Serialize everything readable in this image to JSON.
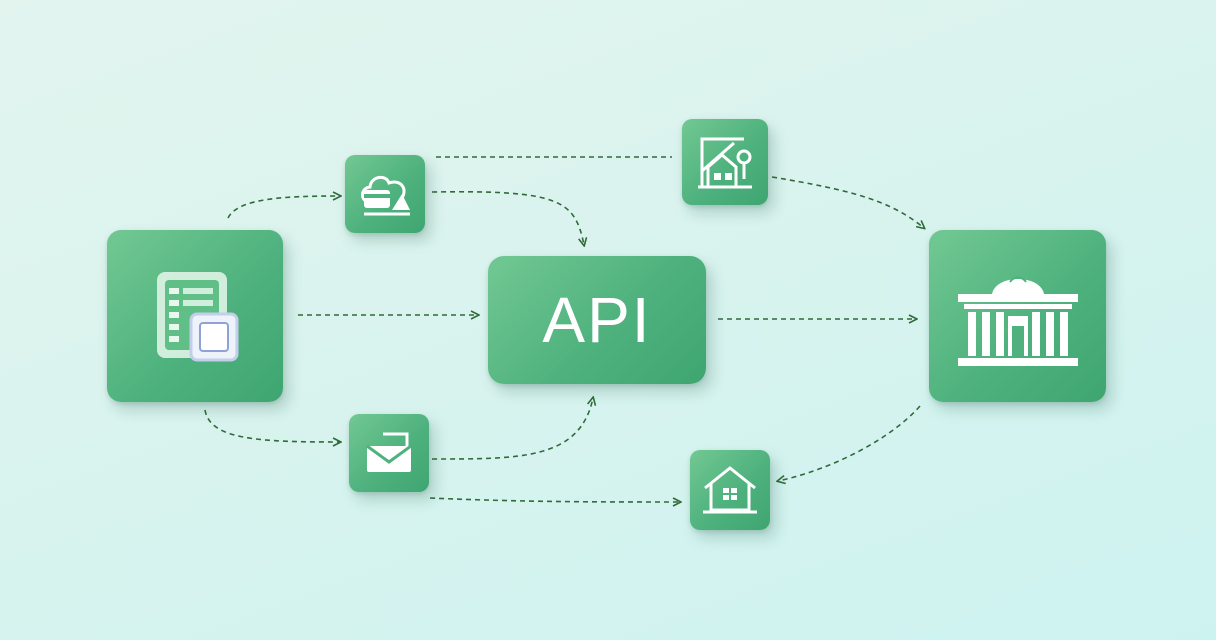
{
  "diagram": {
    "center": {
      "label": "API"
    },
    "nodes": [
      {
        "id": "database-form",
        "icon": "database-form-icon"
      },
      {
        "id": "cloud-payment",
        "icon": "cloud-payment-icon"
      },
      {
        "id": "mail",
        "icon": "envelope-icon"
      },
      {
        "id": "api",
        "icon": "api-label"
      },
      {
        "id": "property-listing",
        "icon": "property-plan-icon"
      },
      {
        "id": "bank",
        "icon": "bank-building-icon"
      },
      {
        "id": "home",
        "icon": "house-icon"
      }
    ],
    "edges": [
      {
        "from": "database-form",
        "to": "cloud-payment"
      },
      {
        "from": "database-form",
        "to": "api"
      },
      {
        "from": "database-form",
        "to": "mail"
      },
      {
        "from": "cloud-payment",
        "to": "api"
      },
      {
        "from": "cloud-payment",
        "to": "property-listing"
      },
      {
        "from": "mail",
        "to": "api"
      },
      {
        "from": "mail",
        "to": "home"
      },
      {
        "from": "property-listing",
        "to": "bank"
      },
      {
        "from": "api",
        "to": "bank"
      },
      {
        "from": "bank",
        "to": "home"
      }
    ]
  },
  "colors": {
    "node_fill": "#4fb27e",
    "connector": "#2f6b3a",
    "background": "#d9f3ee",
    "icon": "#ffffff"
  }
}
